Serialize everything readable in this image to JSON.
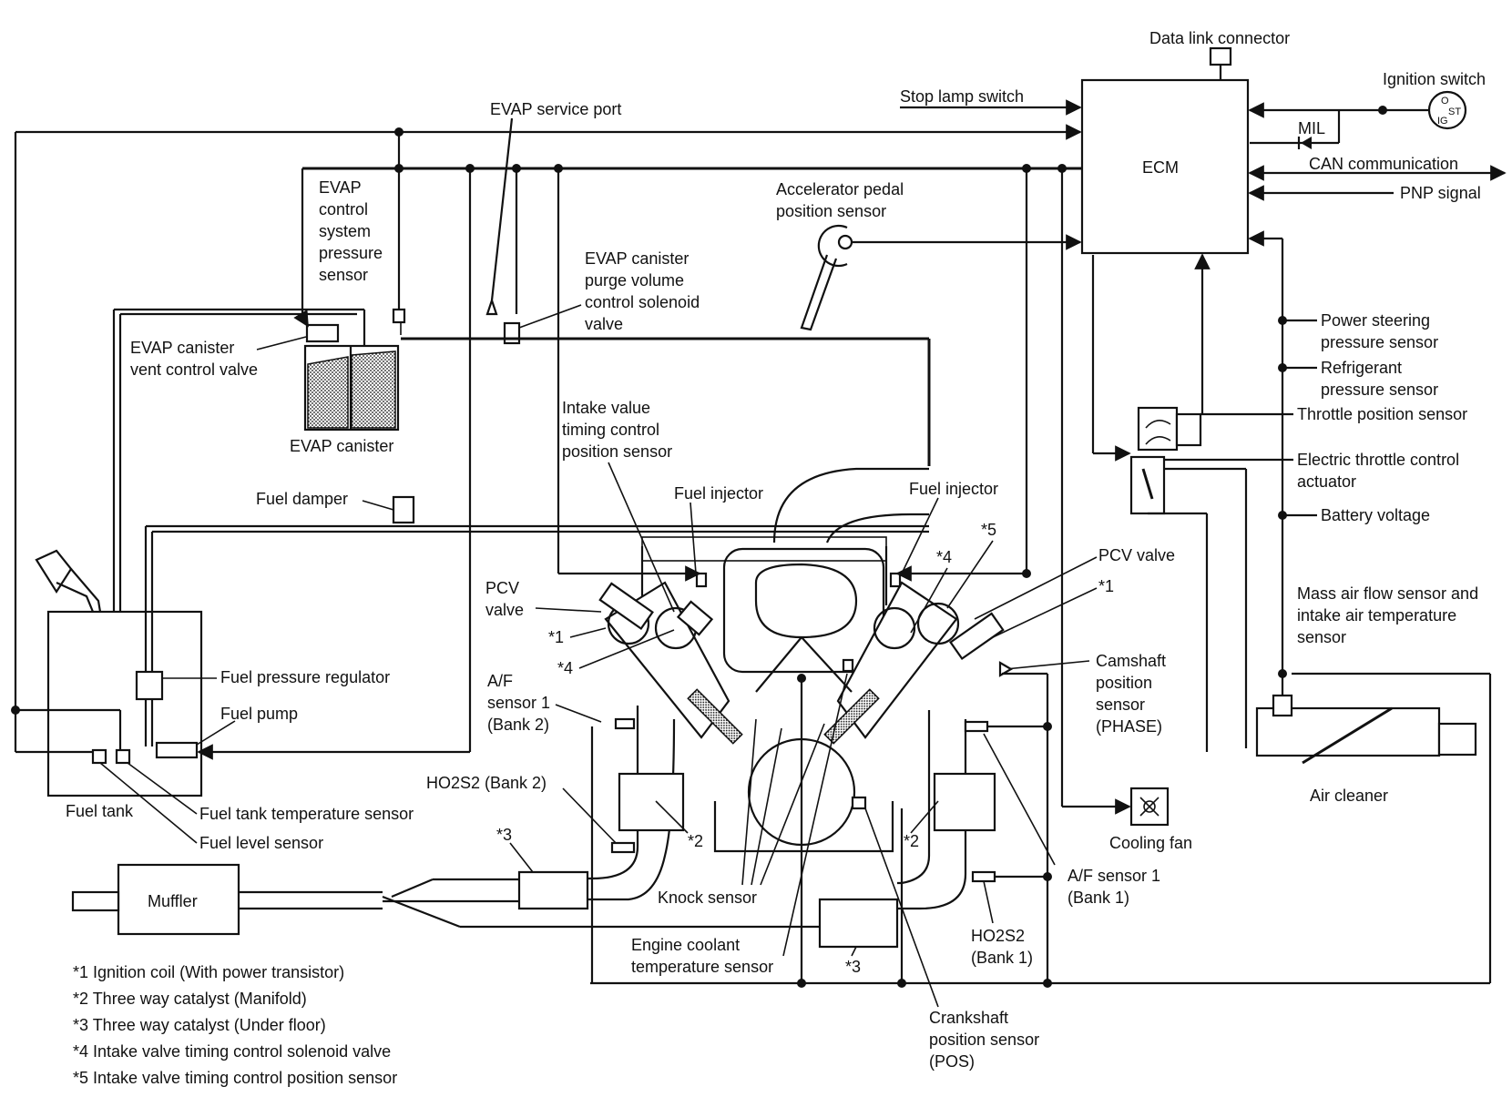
{
  "labels": {
    "data_link_connector": "Data link connector",
    "ignition_switch": "Ignition switch",
    "stop_lamp_switch": "Stop lamp switch",
    "evap_service_port": "EVAP service port",
    "mil": "MIL",
    "ecm": "ECM",
    "can_communication": "CAN communication",
    "pnp_signal": "PNP signal",
    "evap_pressure_sensor": [
      "EVAP",
      "control",
      "system",
      "pressure",
      "sensor"
    ],
    "accelerator_pedal": [
      "Accelerator pedal",
      "position sensor"
    ],
    "evap_purge_valve": [
      "EVAP canister",
      "purge volume",
      "control solenoid",
      "valve"
    ],
    "evap_vent_valve": [
      "EVAP canister",
      "vent control valve"
    ],
    "evap_canister": "EVAP canister",
    "power_steering": [
      "Power steering",
      "pressure sensor"
    ],
    "refrigerant": [
      "Refrigerant",
      "pressure sensor"
    ],
    "throttle_position": "Throttle position sensor",
    "intake_timing_sensor": [
      "Intake value",
      "timing control",
      "position sensor"
    ],
    "electric_throttle": [
      "Electric throttle control",
      "actuator"
    ],
    "fuel_damper": "Fuel damper",
    "fuel_injector_left": "Fuel injector",
    "fuel_injector_right": "Fuel injector",
    "battery_voltage": "Battery voltage",
    "star5_top": "*5",
    "star4_top": "*4",
    "pcv_valve_right": "PCV valve",
    "star1_right": "*1",
    "pcv_valve_left": [
      "PCV",
      "valve"
    ],
    "mass_air_flow": [
      "Mass air flow sensor and",
      "intake air temperature",
      "sensor"
    ],
    "star1_left": "*1",
    "fuel_pressure_regulator": "Fuel pressure regulator",
    "star4_left": "*4",
    "camshaft_sensor": [
      "Camshaft",
      "position",
      "sensor",
      "(PHASE)"
    ],
    "af_sensor_bank2": [
      "A/F",
      "sensor 1",
      "(Bank 2)"
    ],
    "fuel_pump": "Fuel pump",
    "ho2s2_bank2": "HO2S2 (Bank 2)",
    "air_cleaner": "Air cleaner",
    "fuel_tank": "Fuel tank",
    "fuel_tank_temp": "Fuel tank temperature sensor",
    "fuel_level": "Fuel level sensor",
    "cooling_fan": "Cooling fan",
    "star3_left": "*3",
    "star2_left": "*2",
    "star2_right": "*2",
    "af_sensor_bank1": [
      "A/F sensor 1",
      "(Bank 1)"
    ],
    "muffler": "Muffler",
    "knock_sensor": "Knock sensor",
    "ect_sensor": [
      "Engine coolant",
      "temperature sensor"
    ],
    "star3_right": "*3",
    "ho2s2_bank1": [
      "HO2S2",
      "(Bank 1)"
    ],
    "crankshaft_sensor": [
      "Crankshaft",
      "position sensor",
      "(POS)"
    ]
  },
  "legend": [
    "*1 Ignition coil (With power transistor)",
    "*2 Three way catalyst (Manifold)",
    "*3 Three way catalyst (Under floor)",
    "*4 Intake valve timing control solenoid valve",
    "*5 Intake valve timing control position sensor"
  ],
  "ignition_switch_positions": [
    "O",
    "ST",
    "IG"
  ]
}
